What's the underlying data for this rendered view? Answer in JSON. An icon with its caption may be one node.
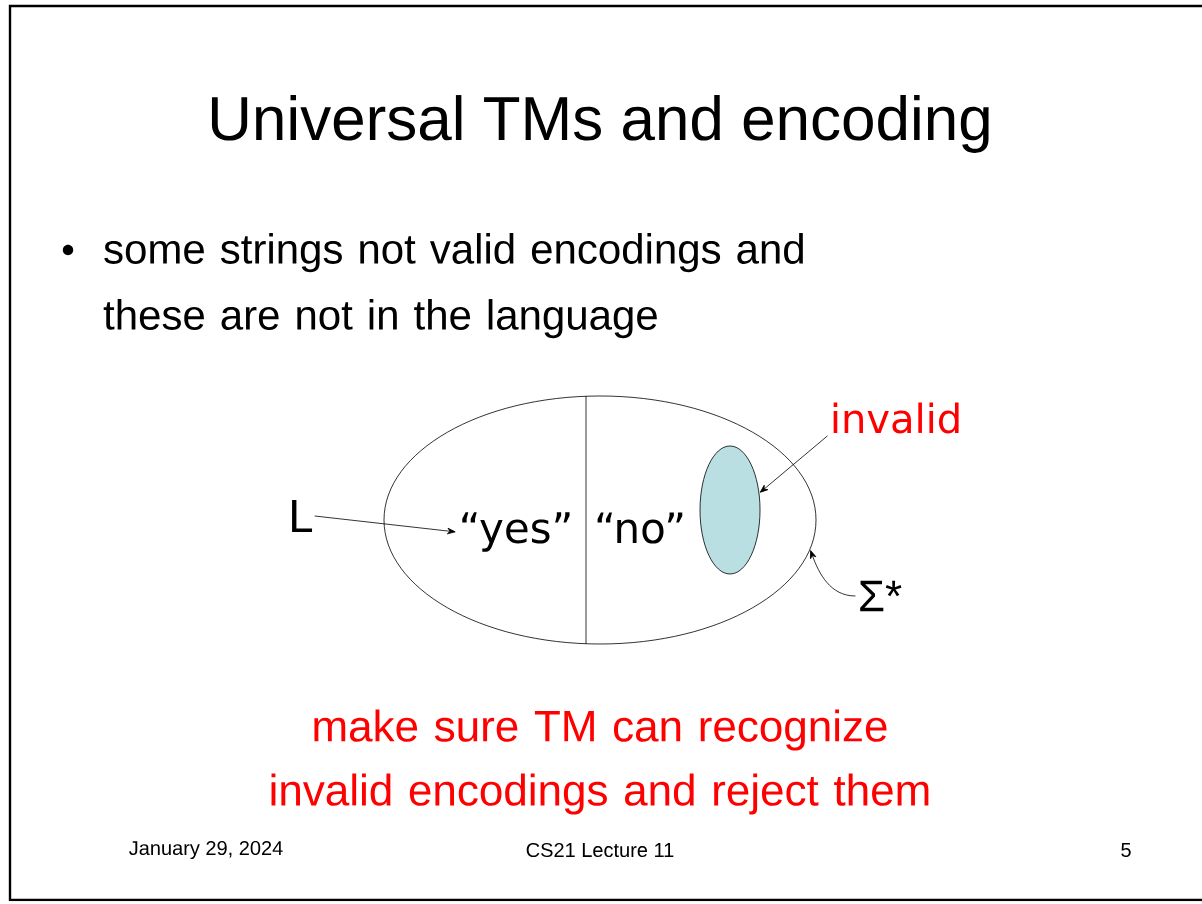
{
  "diagram": {
    "title": "Universal TMs and encoding",
    "nodes": [
      {
        "text": [],
        "shape": "ellipse"
      },
      {
        "text": [
          "“yes”"
        ],
        "in": 0
      },
      {
        "text": [
          "“no”"
        ],
        "in": 0
      },
      {
        "text": [],
        "shape": "ellipse",
        "in": 0
      },
      {
        "text": [
          "L"
        ]
      },
      {
        "text": [
          "invalid"
        ]
      },
      {
        "text": [
          "Σ*"
        ]
      }
    ],
    "edges": [
      {
        "from": 4,
        "to": 1,
        "arrow": "to"
      },
      {
        "from": 5,
        "to": 3,
        "arrow": "to"
      },
      {
        "from": 6,
        "to": 0,
        "arrow": "to"
      }
    ],
    "labels": [
      "some strings not valid encodings and these are not in the language",
      "make sure TM can recognize invalid encodings and reject them",
      "January 29, 2024",
      "CS21 Lecture 11",
      "5"
    ]
  }
}
